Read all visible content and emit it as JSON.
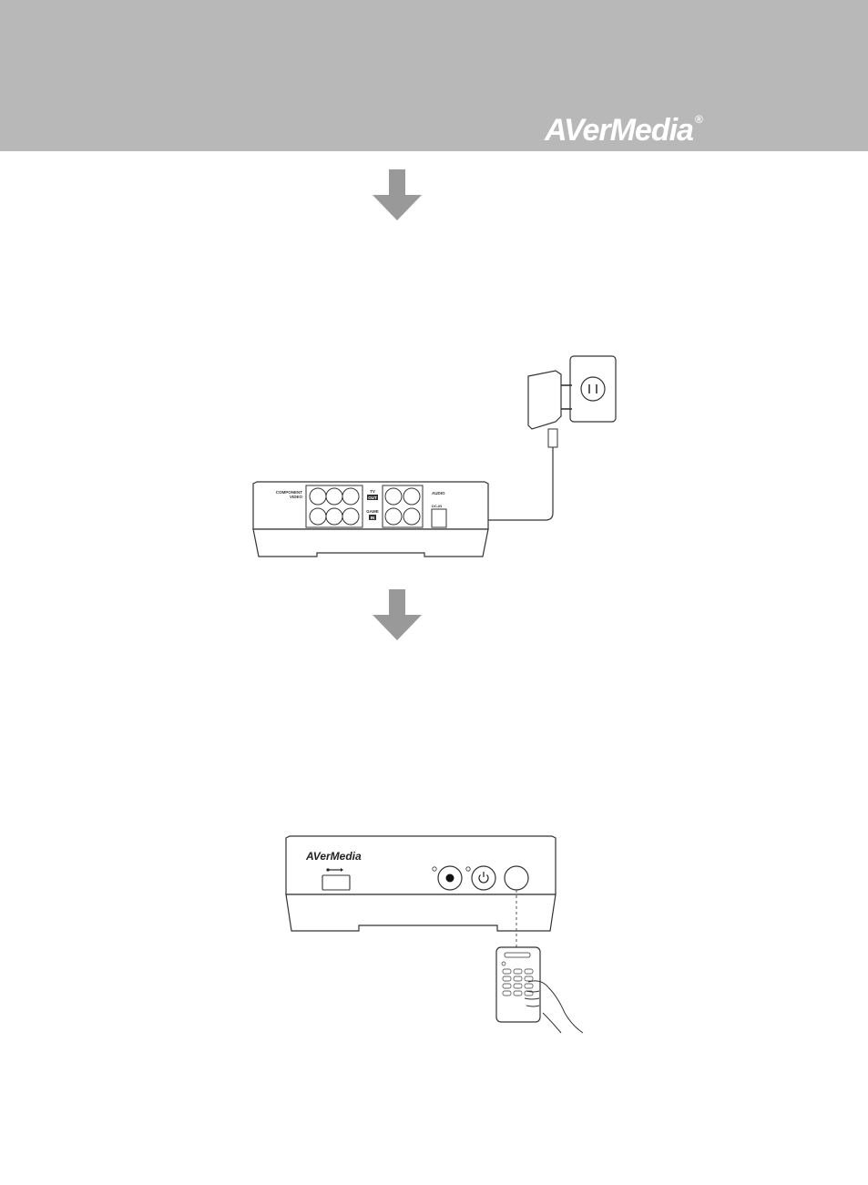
{
  "header": {
    "brand": "AVerMedia",
    "registered_mark": "®"
  },
  "figure_back": {
    "port_labels": {
      "component_line1": "COMPONENT",
      "component_line2": "VIDEO",
      "tv_line1": "TV",
      "tv_line2": "OUT",
      "game_line1": "GAME",
      "game_line2": "IN",
      "audio": "AUDIO",
      "dc_in": "DC-IN"
    }
  },
  "figure_front": {
    "brand": "AVerMedia"
  }
}
